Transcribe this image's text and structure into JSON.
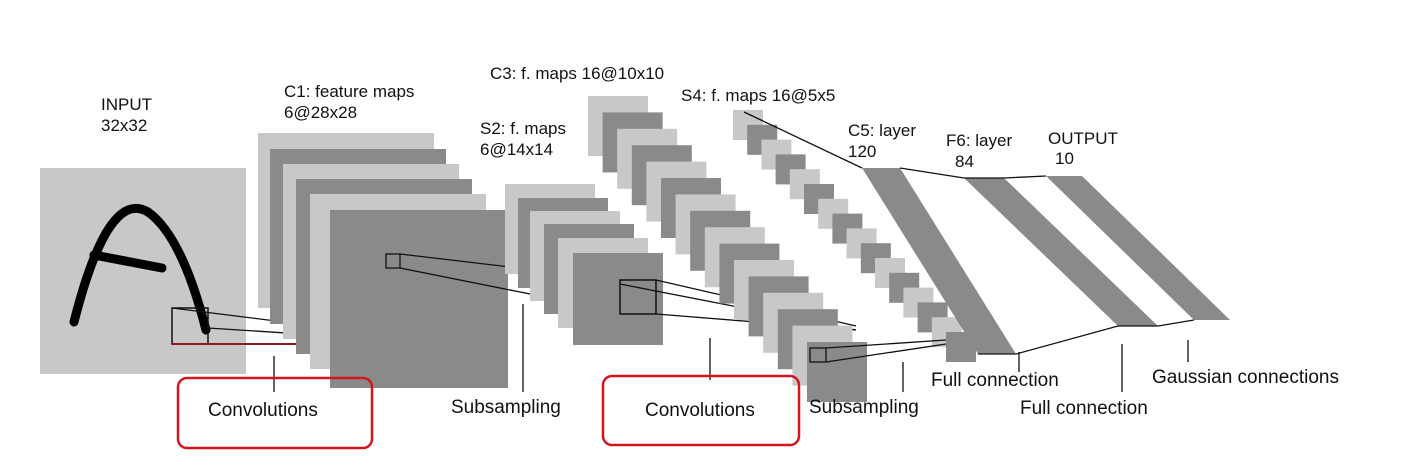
{
  "colors": {
    "light_map": "#c8c8c8",
    "dark_map": "#8a8a8a",
    "stroke": "#111111",
    "highlight_box": "#d2161e",
    "input_line": "#8b1a1a"
  },
  "layers": {
    "input": {
      "name": "INPUT",
      "size": "32x32"
    },
    "c1": {
      "name": "C1: feature maps",
      "size": "6@28x28"
    },
    "s2": {
      "name": "S2: f. maps",
      "size": "6@14x14"
    },
    "c3": {
      "name": "C3: f. maps 16@10x10"
    },
    "s4": {
      "name": "S4: f. maps 16@5x5"
    },
    "c5": {
      "name": "C5: layer",
      "size": "120"
    },
    "f6": {
      "name": "F6: layer",
      "size": "84"
    },
    "output": {
      "name": "OUTPUT",
      "size": "10"
    }
  },
  "operations": {
    "conv1": "Convolutions",
    "sub1": "Subsampling",
    "conv2": "Convolutions",
    "sub2": "Subsampling",
    "full1": "Full connection",
    "full2": "Full connection",
    "gaussian": "Gaussian connections"
  },
  "highlighted_operations": [
    "conv1",
    "conv2"
  ]
}
